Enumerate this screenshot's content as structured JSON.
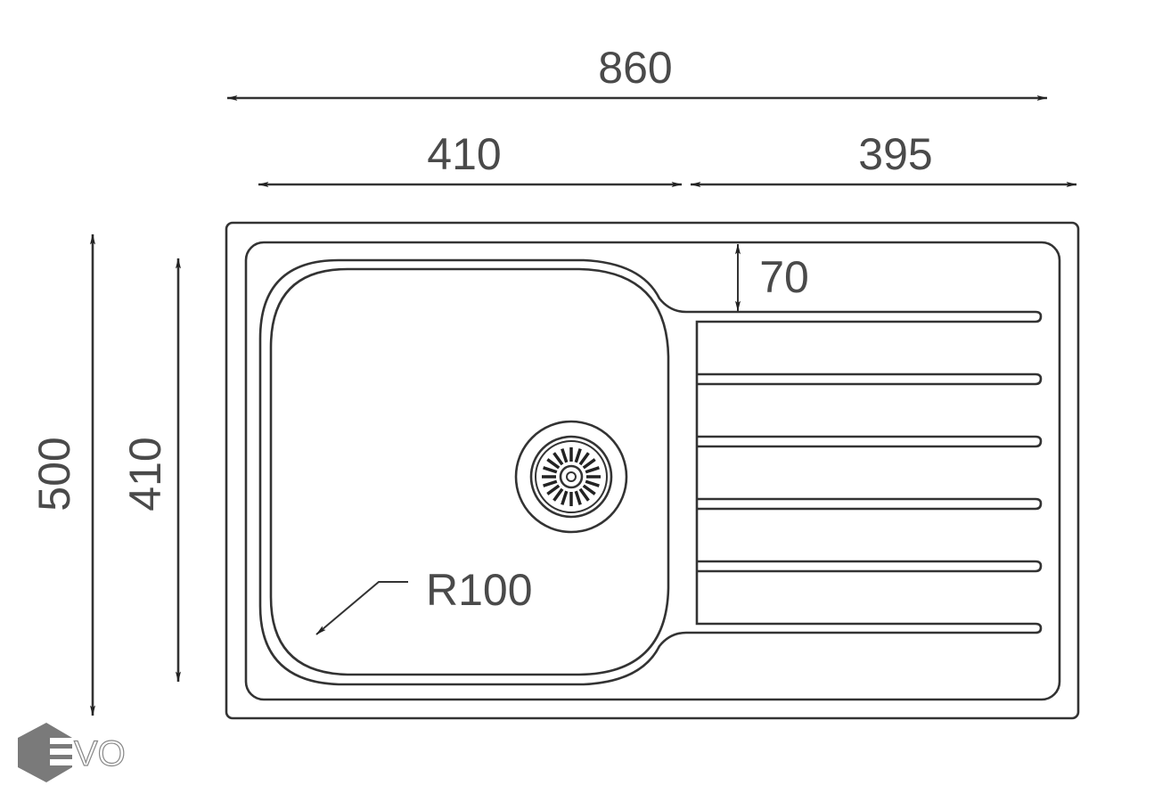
{
  "dimensions": {
    "overall_width": "860",
    "bowl_width": "410",
    "drainer_width": "395",
    "overall_depth": "500",
    "bowl_depth": "410",
    "rim_to_drainer": "70",
    "corner_radius": "R100"
  },
  "logo": {
    "text": "EVO",
    "color": "#7a7a7a"
  },
  "colors": {
    "line": "#333333",
    "text": "#4a4a4a"
  }
}
